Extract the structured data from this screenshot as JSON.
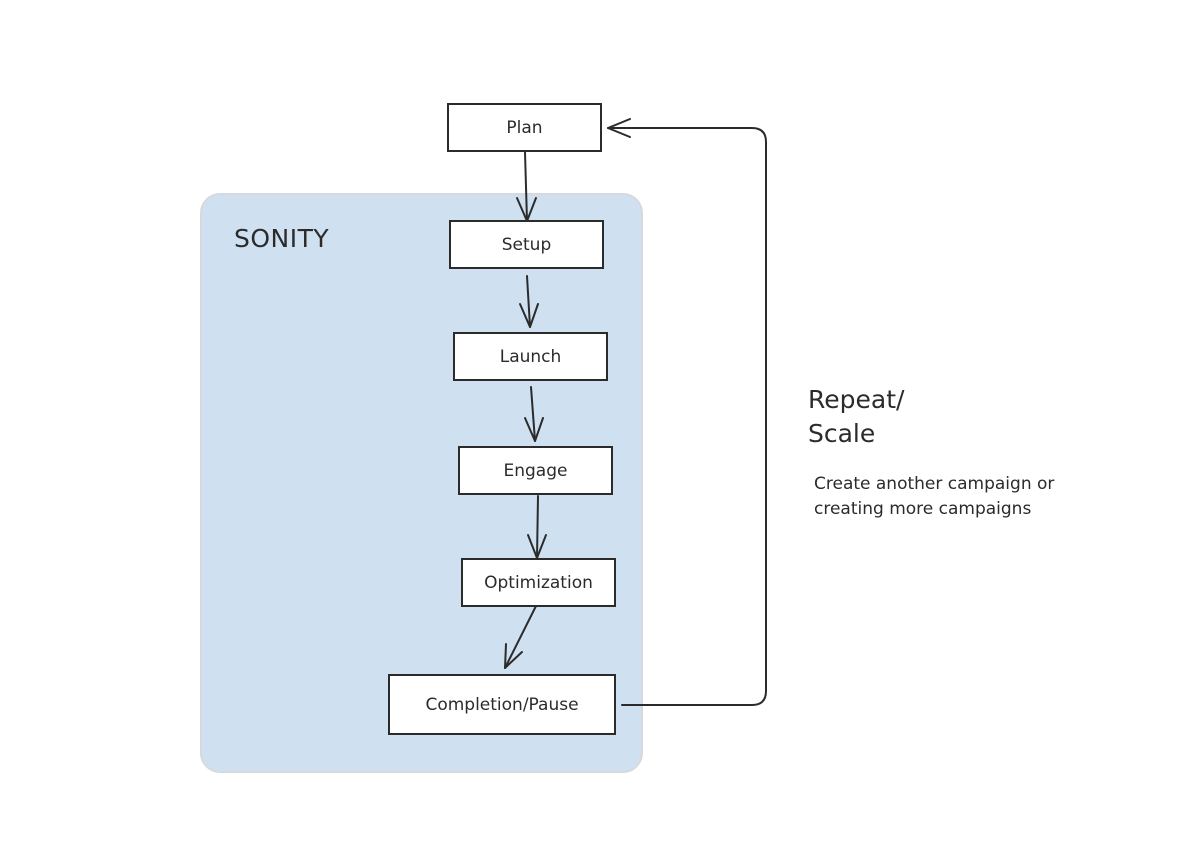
{
  "group": {
    "label": "SONITY",
    "fill_color": "#cfe1f1"
  },
  "nodes": [
    {
      "id": "plan",
      "label": "Plan"
    },
    {
      "id": "setup",
      "label": "Setup"
    },
    {
      "id": "launch",
      "label": "Launch"
    },
    {
      "id": "engage",
      "label": "Engage"
    },
    {
      "id": "optimization",
      "label": "Optimization"
    },
    {
      "id": "completion",
      "label": "Completion/Pause"
    }
  ],
  "edges": [
    {
      "from": "plan",
      "to": "setup"
    },
    {
      "from": "setup",
      "to": "launch"
    },
    {
      "from": "launch",
      "to": "engage"
    },
    {
      "from": "engage",
      "to": "optimization"
    },
    {
      "from": "optimization",
      "to": "completion"
    },
    {
      "from": "completion",
      "to": "plan"
    }
  ],
  "loop": {
    "title_line1": "Repeat/",
    "title_line2": "Scale",
    "description": "Create another campaign or creating more campaigns"
  },
  "colors": {
    "line": "#2b2b2b",
    "node_border": "#2b2b2b"
  }
}
